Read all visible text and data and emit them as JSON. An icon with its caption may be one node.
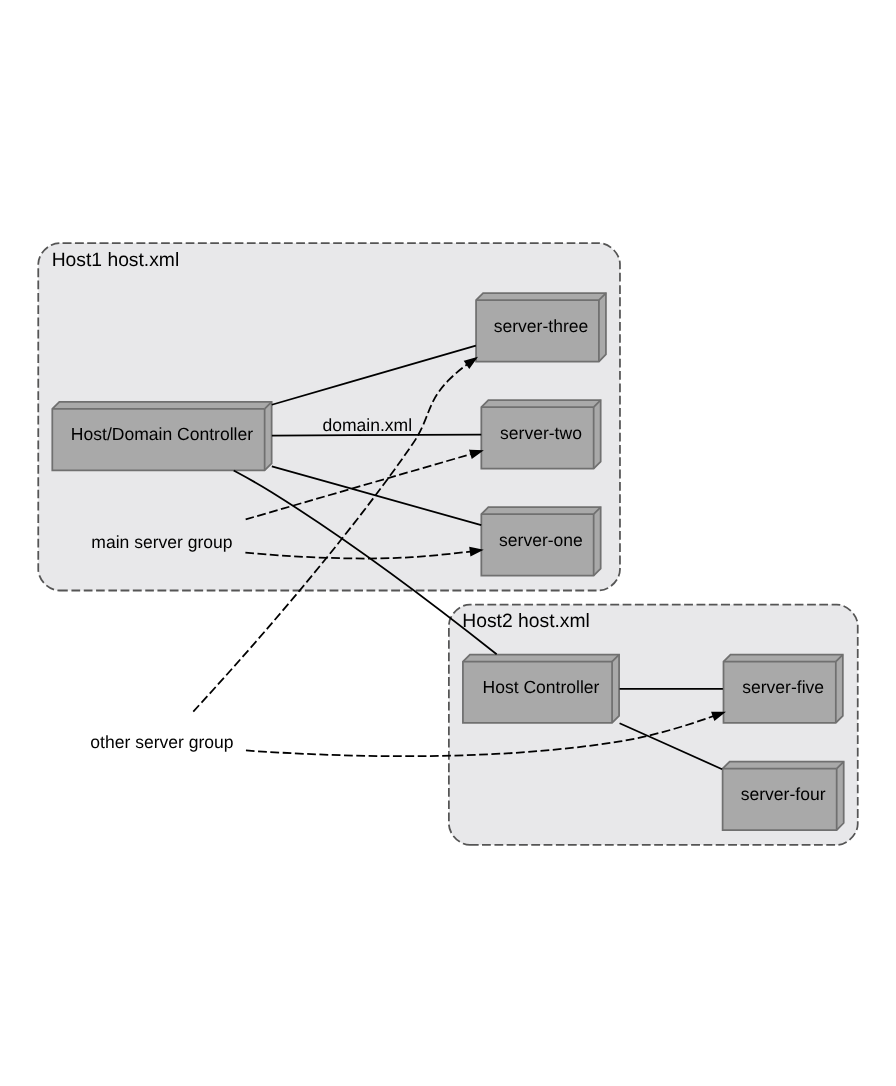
{
  "diagram": {
    "nodes": [
      {
        "text": [
          "Host1 host.xml"
        ]
      },
      {
        "text": [
          "Host/Domain Controller"
        ],
        "in": 0
      },
      {
        "text": [
          "server-one"
        ],
        "in": 0
      },
      {
        "text": [
          "server-two"
        ],
        "in": 0
      },
      {
        "text": [
          "server-three"
        ],
        "in": 0
      },
      {
        "text": [
          "main server group"
        ],
        "in": 0
      },
      {
        "text": [
          "Host2 host.xml"
        ]
      },
      {
        "text": [
          "Host Controller"
        ],
        "in": 6
      },
      {
        "text": [
          "server-four"
        ],
        "in": 6
      },
      {
        "text": [
          "server-five"
        ],
        "in": 6
      },
      {
        "text": [
          "other server group"
        ]
      }
    ],
    "edges": [
      {
        "from": 1,
        "to": 2,
        "arrow": "none"
      },
      {
        "from": 1,
        "to": 3,
        "arrow": "none",
        "label": "domain.xml"
      },
      {
        "from": 1,
        "to": 4,
        "arrow": "none"
      },
      {
        "from": 1,
        "to": 7,
        "arrow": "none"
      },
      {
        "from": 7,
        "to": 8,
        "arrow": "none"
      },
      {
        "from": 7,
        "to": 9,
        "arrow": "none"
      },
      {
        "from": 5,
        "to": 2,
        "arrow": "to",
        "style": "dashed"
      },
      {
        "from": 5,
        "to": 3,
        "arrow": "to",
        "style": "dashed"
      },
      {
        "from": 10,
        "to": 4,
        "arrow": "to",
        "style": "dashed"
      },
      {
        "from": 10,
        "to": 9,
        "arrow": "to",
        "style": "dashed"
      }
    ]
  }
}
